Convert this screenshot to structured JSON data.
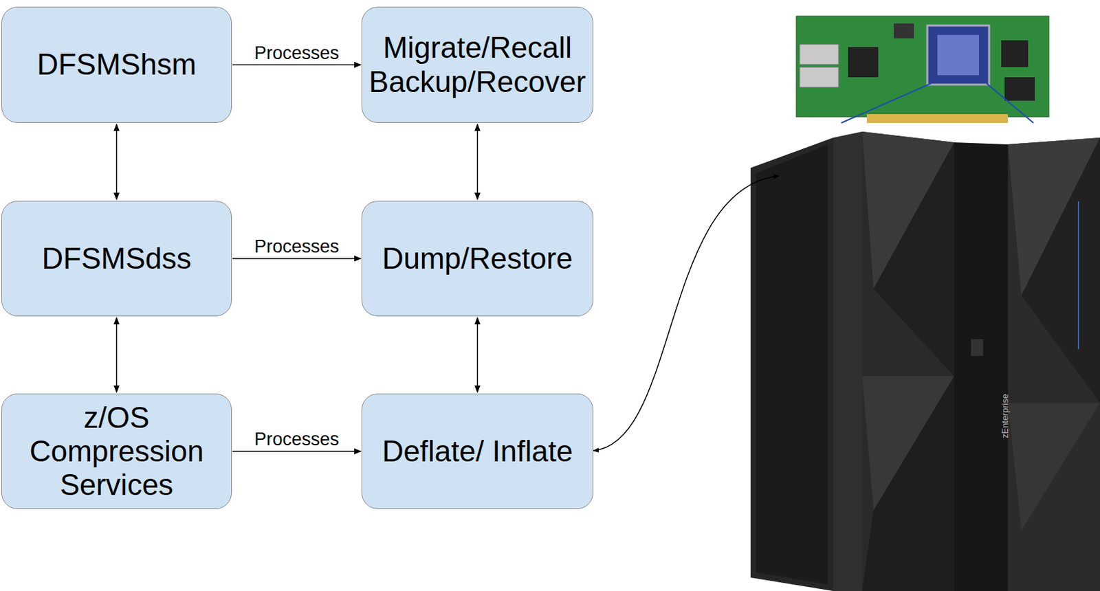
{
  "diagram": {
    "nodes": [
      {
        "text": [
          "DFSMShsm"
        ]
      },
      {
        "text": [
          "Migrate/Recall Backup/Recover"
        ]
      },
      {
        "text": [
          "DFSMSdss"
        ]
      },
      {
        "text": [
          "Dump/Restore"
        ]
      },
      {
        "text": [
          "z/OS Compression Services"
        ]
      },
      {
        "text": [
          "Deflate/ Inflate"
        ]
      }
    ],
    "edges": [
      {
        "from": 0,
        "to": 1,
        "label": "Processes",
        "arrow": "to"
      },
      {
        "from": 0,
        "to": 2,
        "arrow": "both"
      },
      {
        "from": 1,
        "to": 3,
        "arrow": "both"
      },
      {
        "from": 2,
        "to": 3,
        "label": "Processes",
        "arrow": "to"
      },
      {
        "from": 2,
        "to": 4,
        "arrow": "both"
      },
      {
        "from": 3,
        "to": 5,
        "arrow": "both"
      },
      {
        "from": 4,
        "to": 5,
        "label": "Processes",
        "arrow": "to"
      }
    ],
    "labels": [
      "zEnterprise"
    ]
  }
}
